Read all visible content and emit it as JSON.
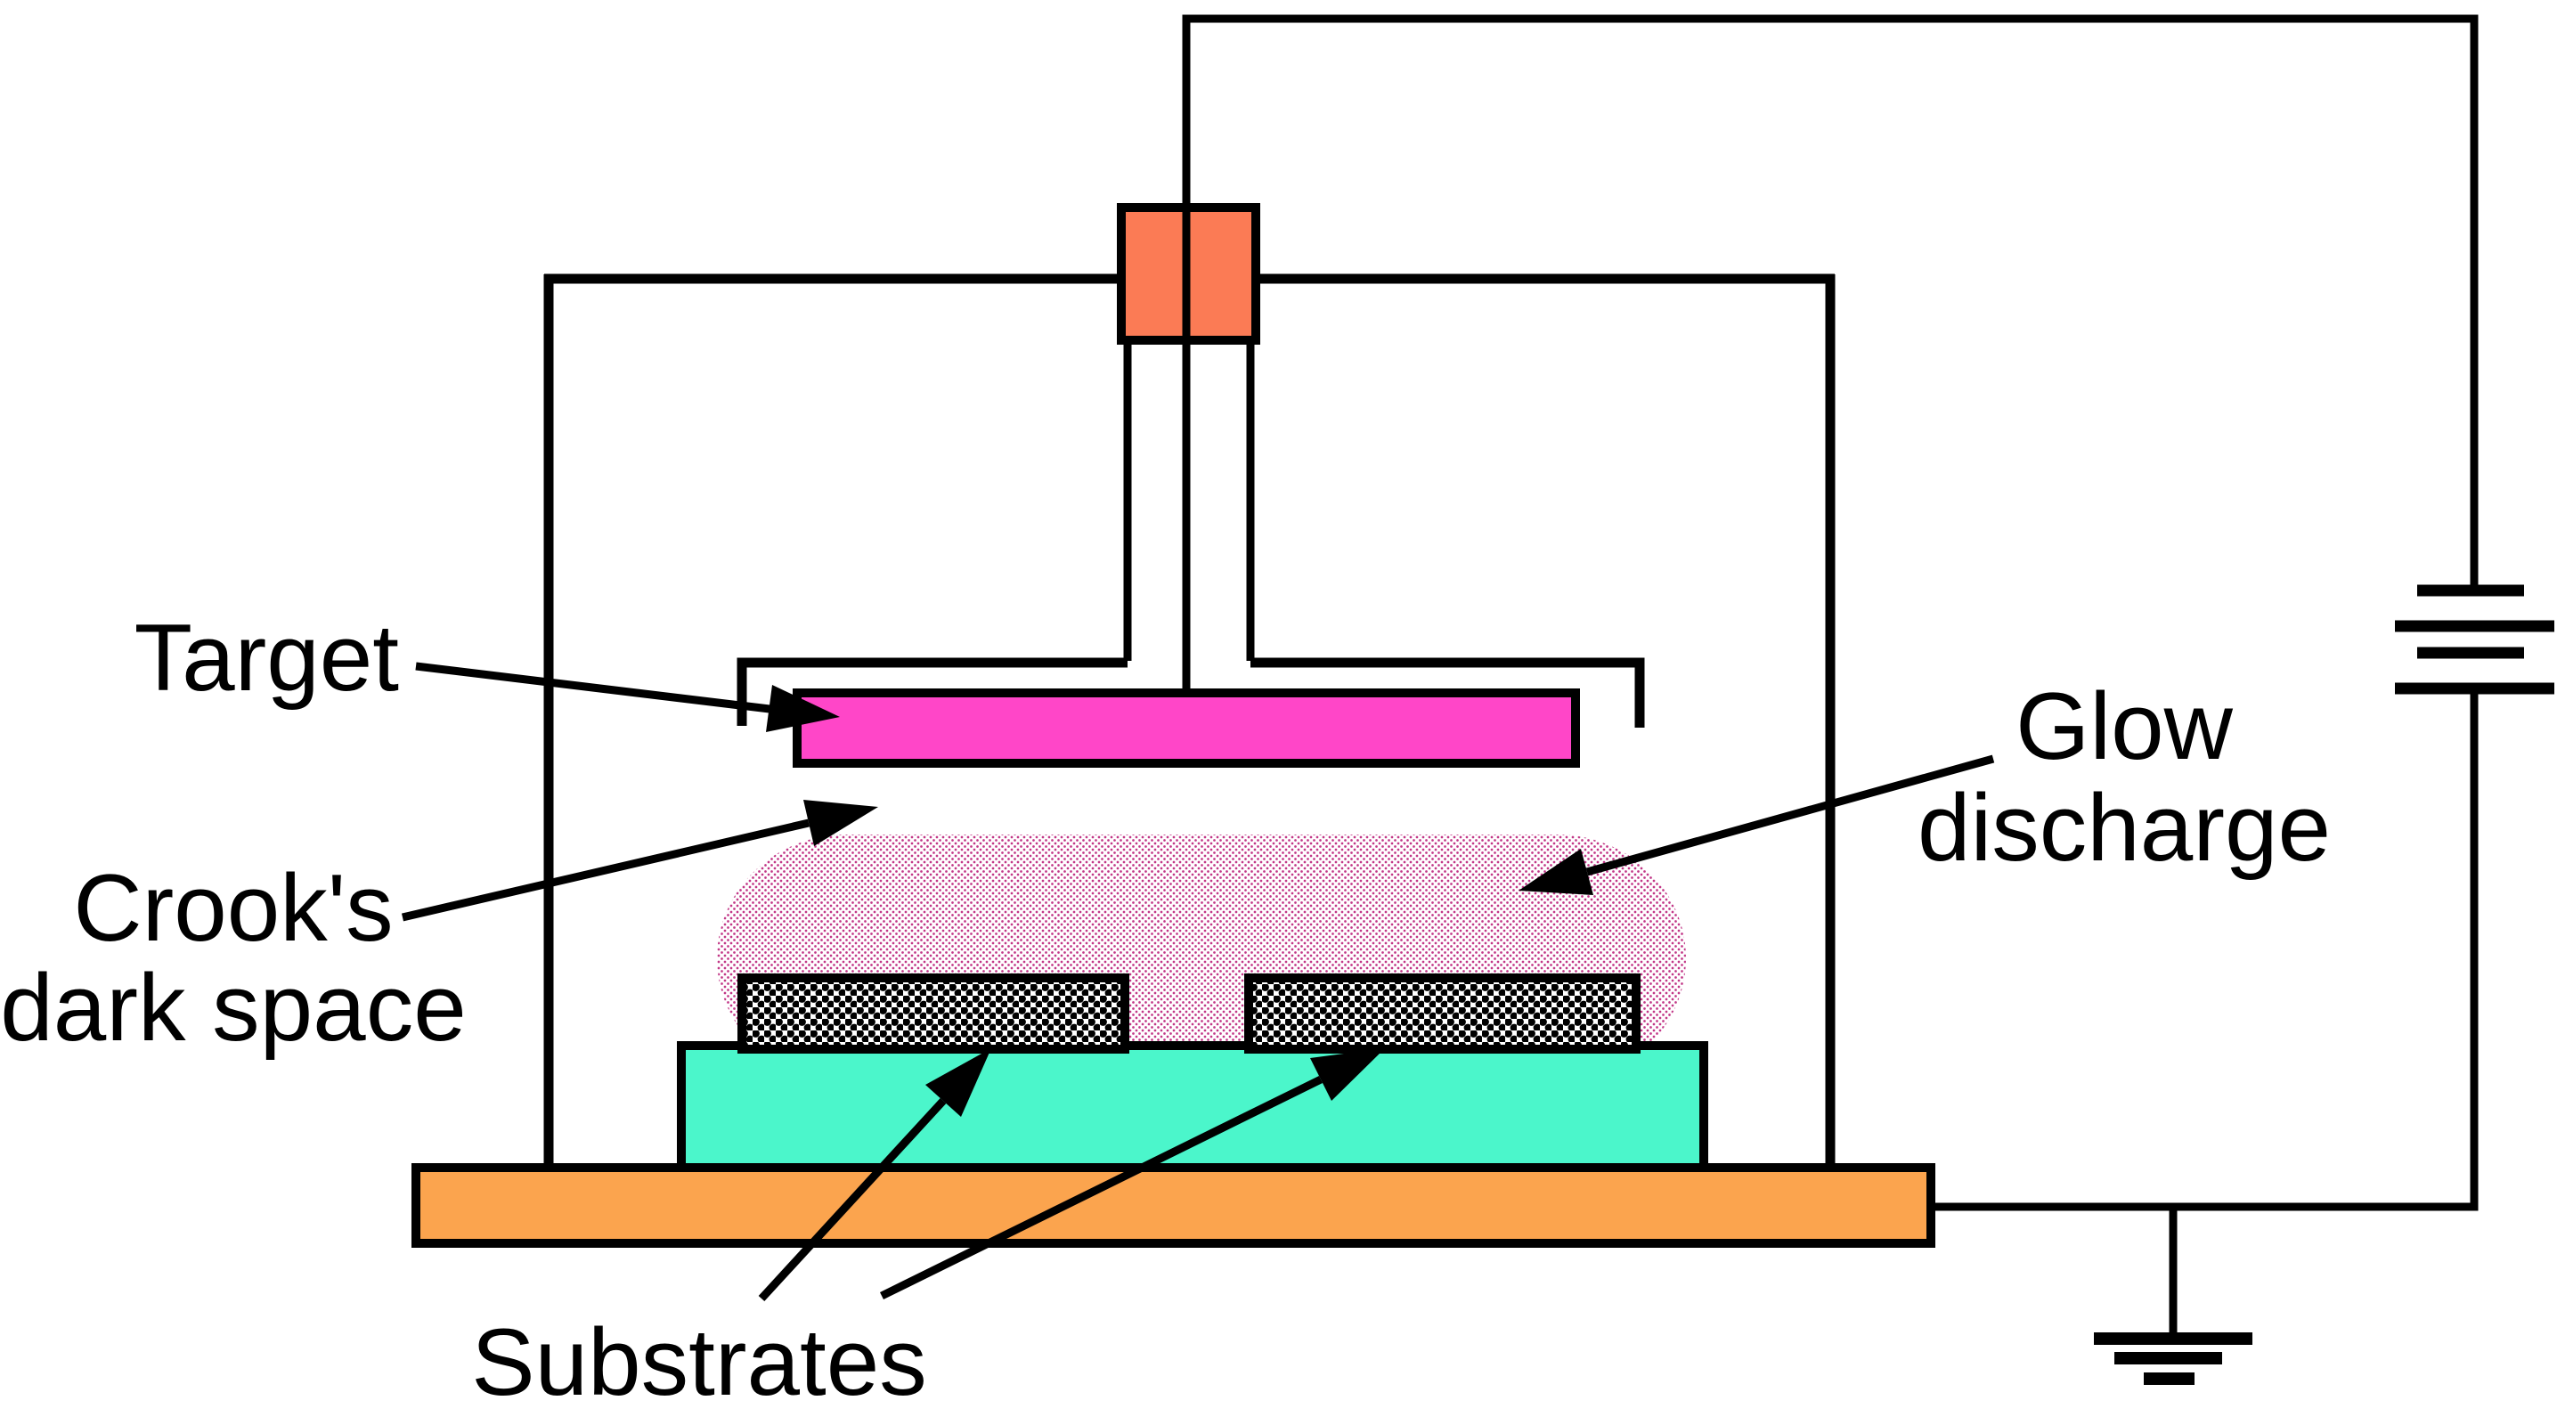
{
  "labels": {
    "target": "Target",
    "dark_space_line1": "Crook's",
    "dark_space_line2": "dark space",
    "glow_line1": "Glow",
    "glow_line2": "discharge",
    "substrates": "Substrates"
  },
  "colors": {
    "line": "#000000",
    "background": "#FFFFFF",
    "target_fill": "#FF46C8",
    "insulator_fill": "#FB7B55",
    "base_plate_fill": "#FBA44E",
    "holder_fill": "#4BF6CB",
    "glow_dot": "#C23787",
    "substrate_dot": "#000000"
  }
}
